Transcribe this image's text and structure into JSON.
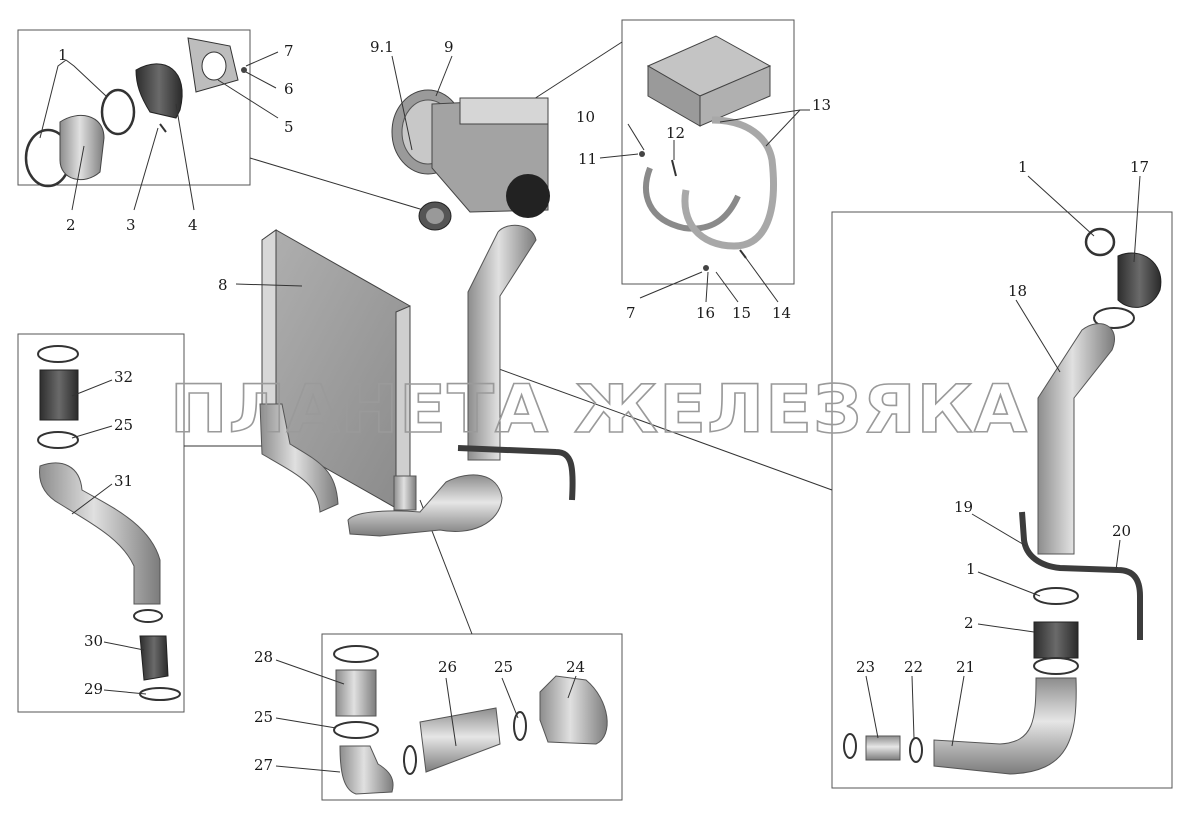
{
  "watermark": "ПЛАНЕТА ЖЕЛЕЗЯКА",
  "callouts": {
    "tl_1": "1",
    "tl_2": "2",
    "tl_3": "3",
    "tl_4": "4",
    "tl_5": "5",
    "tl_6": "6",
    "tl_7": "7",
    "main_9_1": "9.1",
    "main_9": "9",
    "main_8": "8",
    "tr_10": "10",
    "tr_11": "11",
    "tr_12": "12",
    "tr_13": "13",
    "tr_7": "7",
    "tr_16": "16",
    "tr_15": "15",
    "tr_14": "14",
    "r_1a": "1",
    "r_17": "17",
    "r_18": "18",
    "r_19": "19",
    "r_20": "20",
    "r_1b": "1",
    "r_2": "2",
    "r_23": "23",
    "r_22": "22",
    "r_21": "21",
    "l_32": "32",
    "l_25": "25",
    "l_31": "31",
    "l_30": "30",
    "l_29": "29",
    "b_28": "28",
    "b_26": "26",
    "b_25a": "25",
    "b_24": "24",
    "b_25b": "25",
    "b_27": "27"
  },
  "colors": {
    "part_fill": "#b9b9b9",
    "part_dark": "#555555",
    "part_light": "#e2e2e2",
    "frame": "#555555"
  }
}
